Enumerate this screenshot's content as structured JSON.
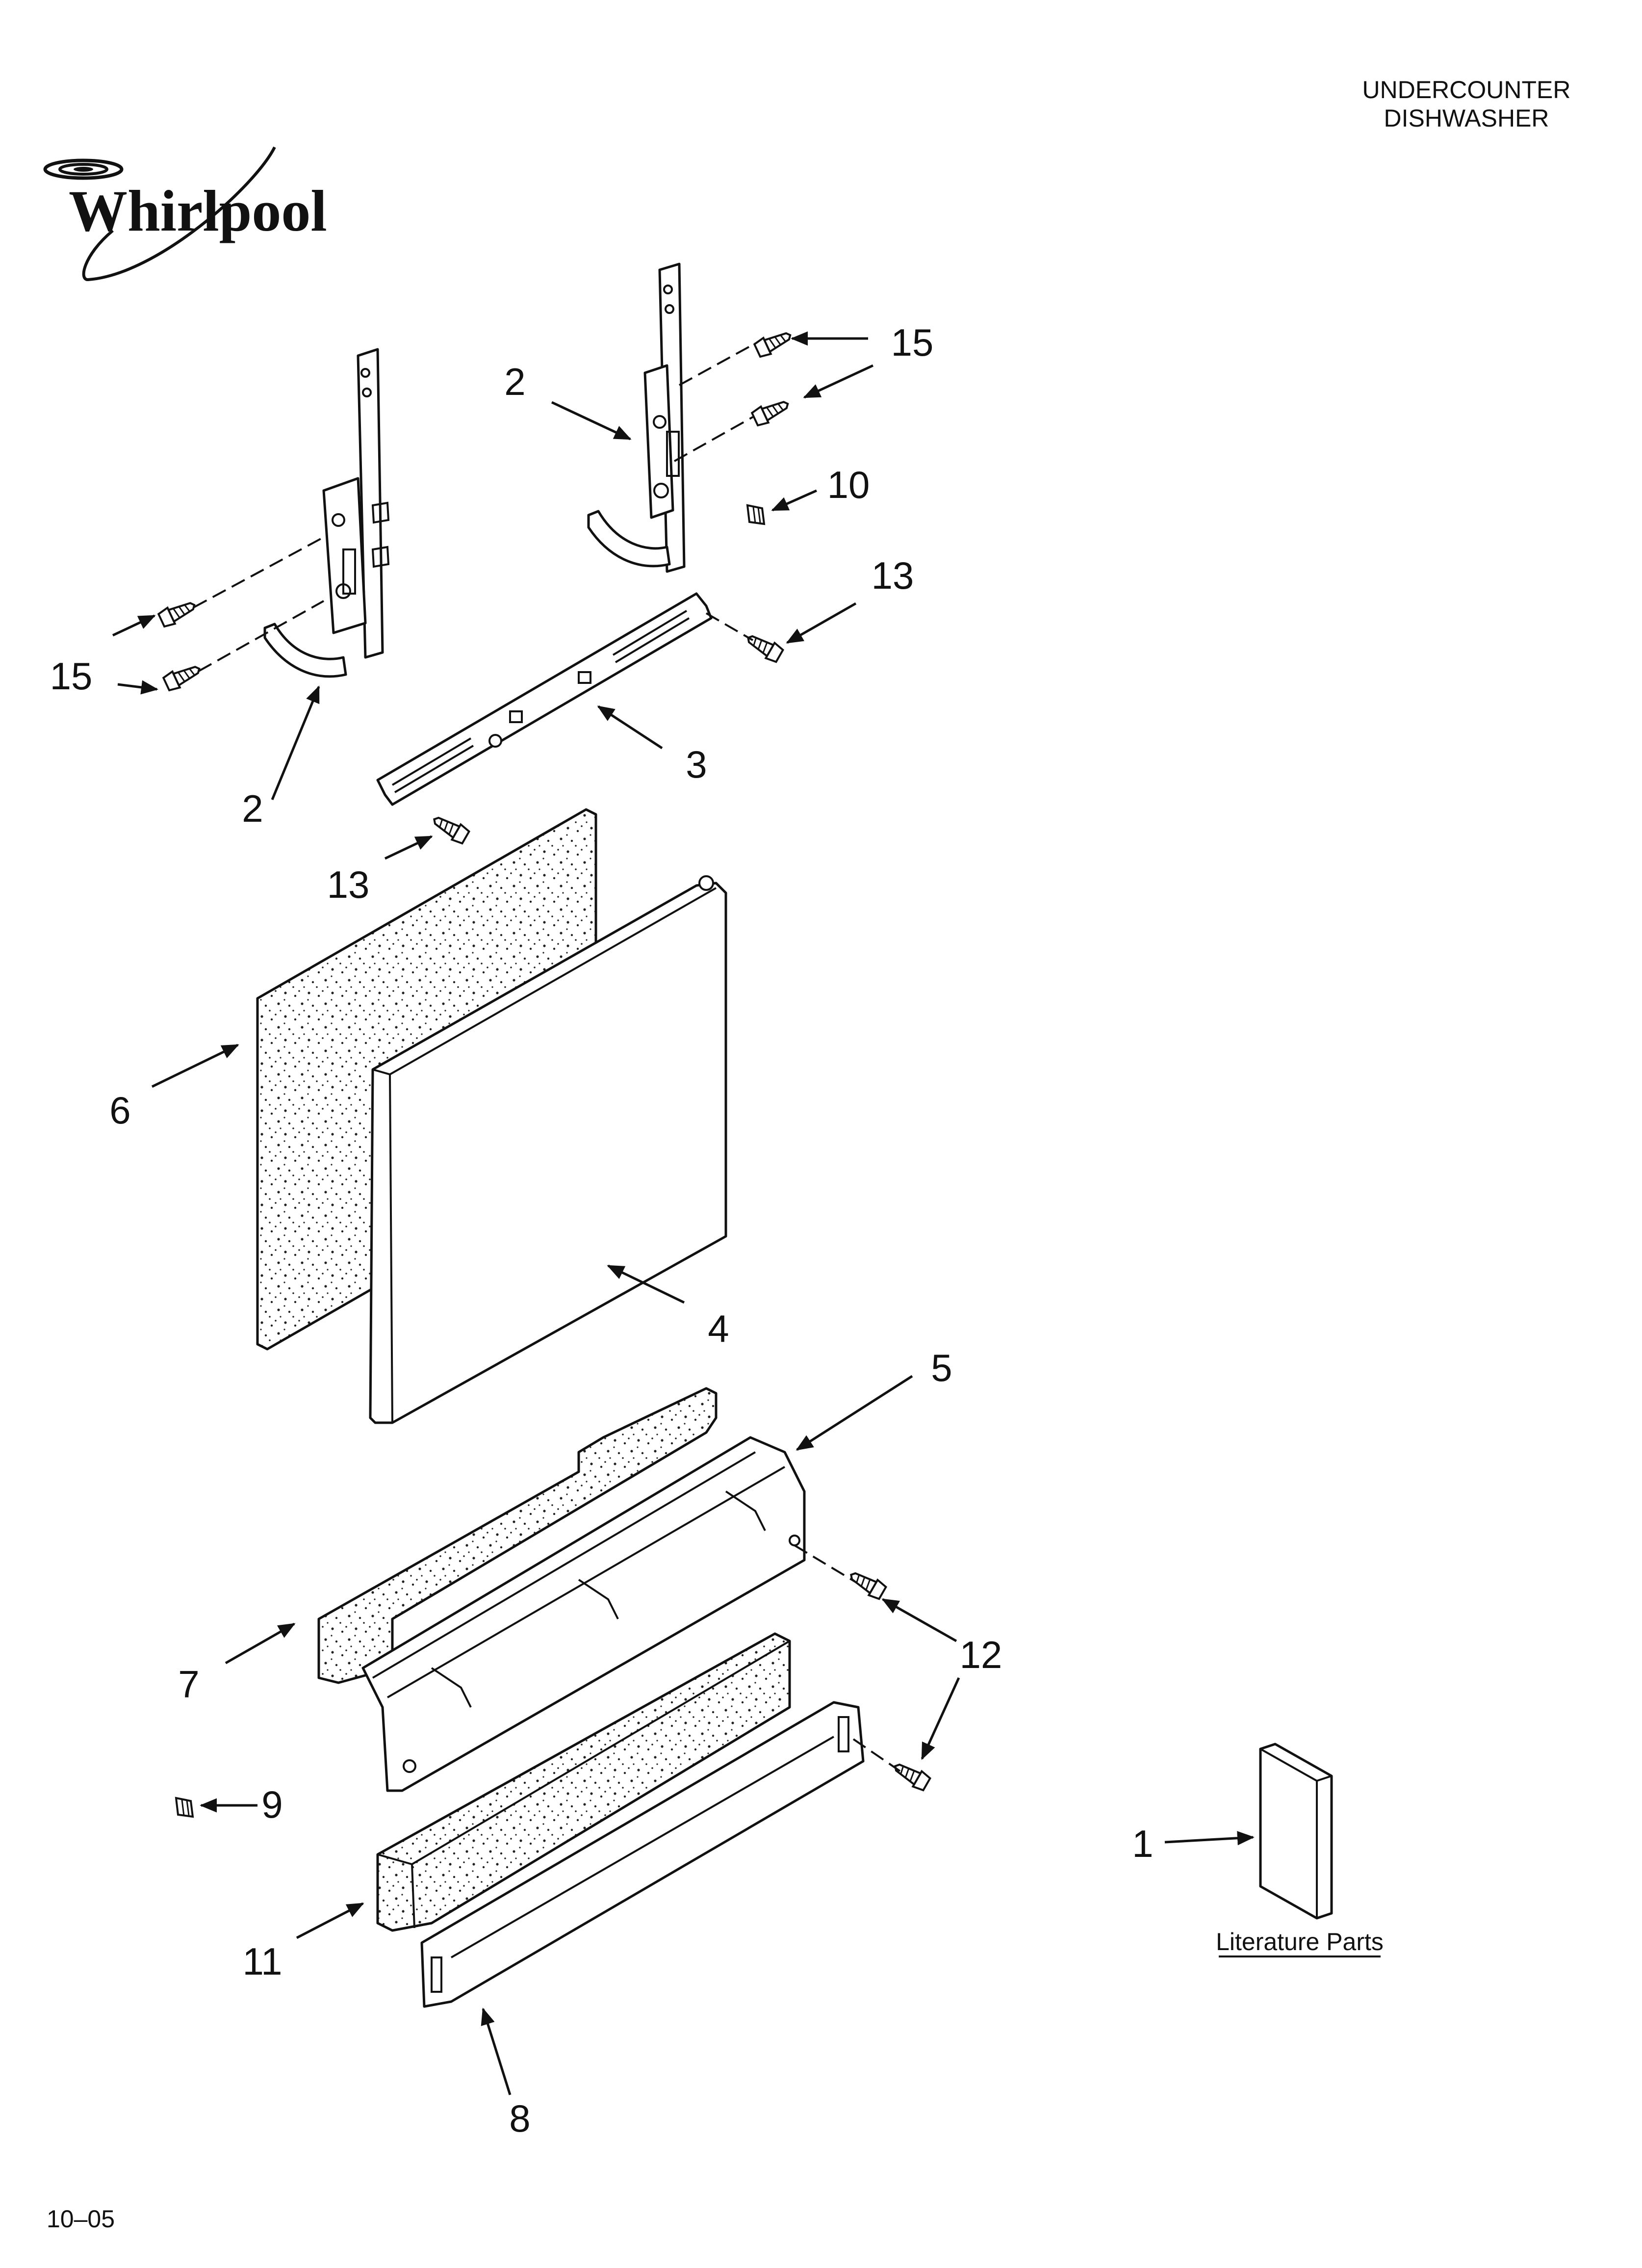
{
  "header": {
    "line1": "UNDERCOUNTER",
    "line2": "DISHWASHER"
  },
  "brand": {
    "logo_text": "Whirlpool"
  },
  "callouts": {
    "c1": "1",
    "c2a": "2",
    "c2b": "2",
    "c3": "3",
    "c4": "4",
    "c5": "5",
    "c6": "6",
    "c7": "7",
    "c8": "8",
    "c9": "9",
    "c10": "10",
    "c11": "11",
    "c12": "12",
    "c13a": "13",
    "c13b": "13",
    "c15a": "15",
    "c15b": "15"
  },
  "literature_label": "Literature Parts",
  "footer_code": "10–05",
  "icons": {
    "logo": "whirlpool-swirl-logo",
    "screw": "hex-head-screw-icon",
    "clip": "spring-clip-icon",
    "manual": "literature-booklet-icon"
  },
  "colors": {
    "ink": "#111111",
    "paper": "#ffffff"
  }
}
